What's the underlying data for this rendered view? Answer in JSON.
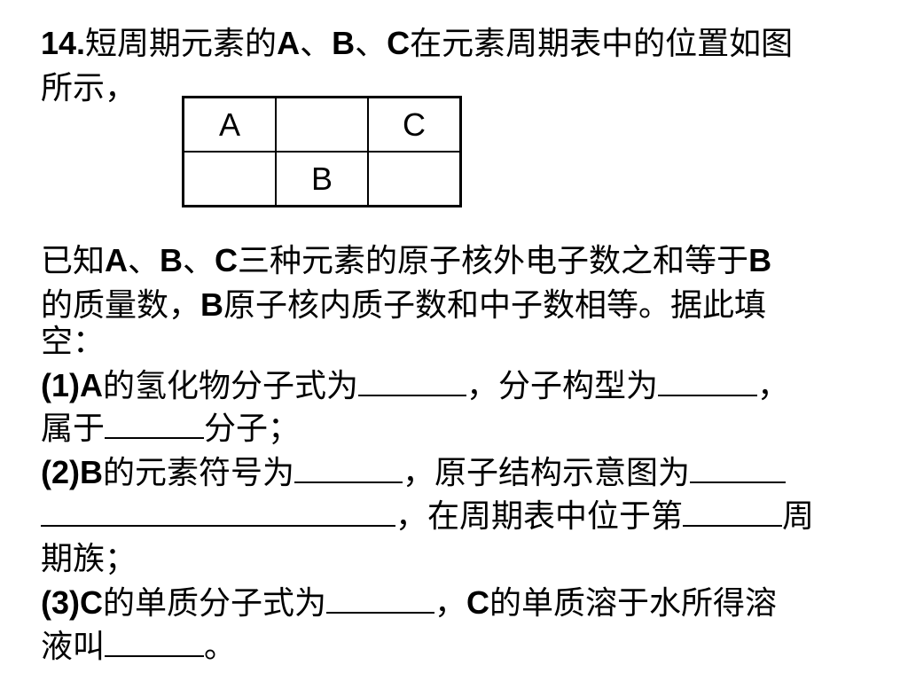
{
  "question": {
    "line1_num": "14.",
    "line1_a": "短周期元素的",
    "line1_b": "A",
    "line1_c": "、",
    "line1_d": "B",
    "line1_e": "、",
    "line1_f": "C",
    "line1_g": "在元素周期表中的位置如图",
    "line2": "所示，"
  },
  "periodic_table": {
    "rows": [
      [
        "A",
        "",
        "C"
      ],
      [
        "",
        "B",
        ""
      ]
    ]
  },
  "given": {
    "l1_a": "已知",
    "l1_b": "A",
    "l1_c": "、",
    "l1_d": "B",
    "l1_e": "、",
    "l1_f": "C",
    "l1_g": "三种元素的原子核外电子数之和等于",
    "l1_h": "B",
    "l2_a": "的质量数，",
    "l2_b": "B",
    "l2_c": "原子核内质子数和中子数相等。据此填",
    "l3": "空："
  },
  "part1": {
    "label": "(1)A",
    "a": "的氢化物分子式为",
    "b": "，分子构型为",
    "c": "，",
    "d": "属于",
    "e": "分子；"
  },
  "part2": {
    "label": "(2)B",
    "a": "的元素符号为",
    "b": "，原子结构示意图为",
    "c": "，在周期表中位于第",
    "d": "周",
    "e": "期族；"
  },
  "part3": {
    "label": "(3)C",
    "a": "的单质分子式为",
    "b": "，",
    "c": "C",
    "d": "的单质溶于水所得溶",
    "e": "液叫",
    "f": "。"
  }
}
